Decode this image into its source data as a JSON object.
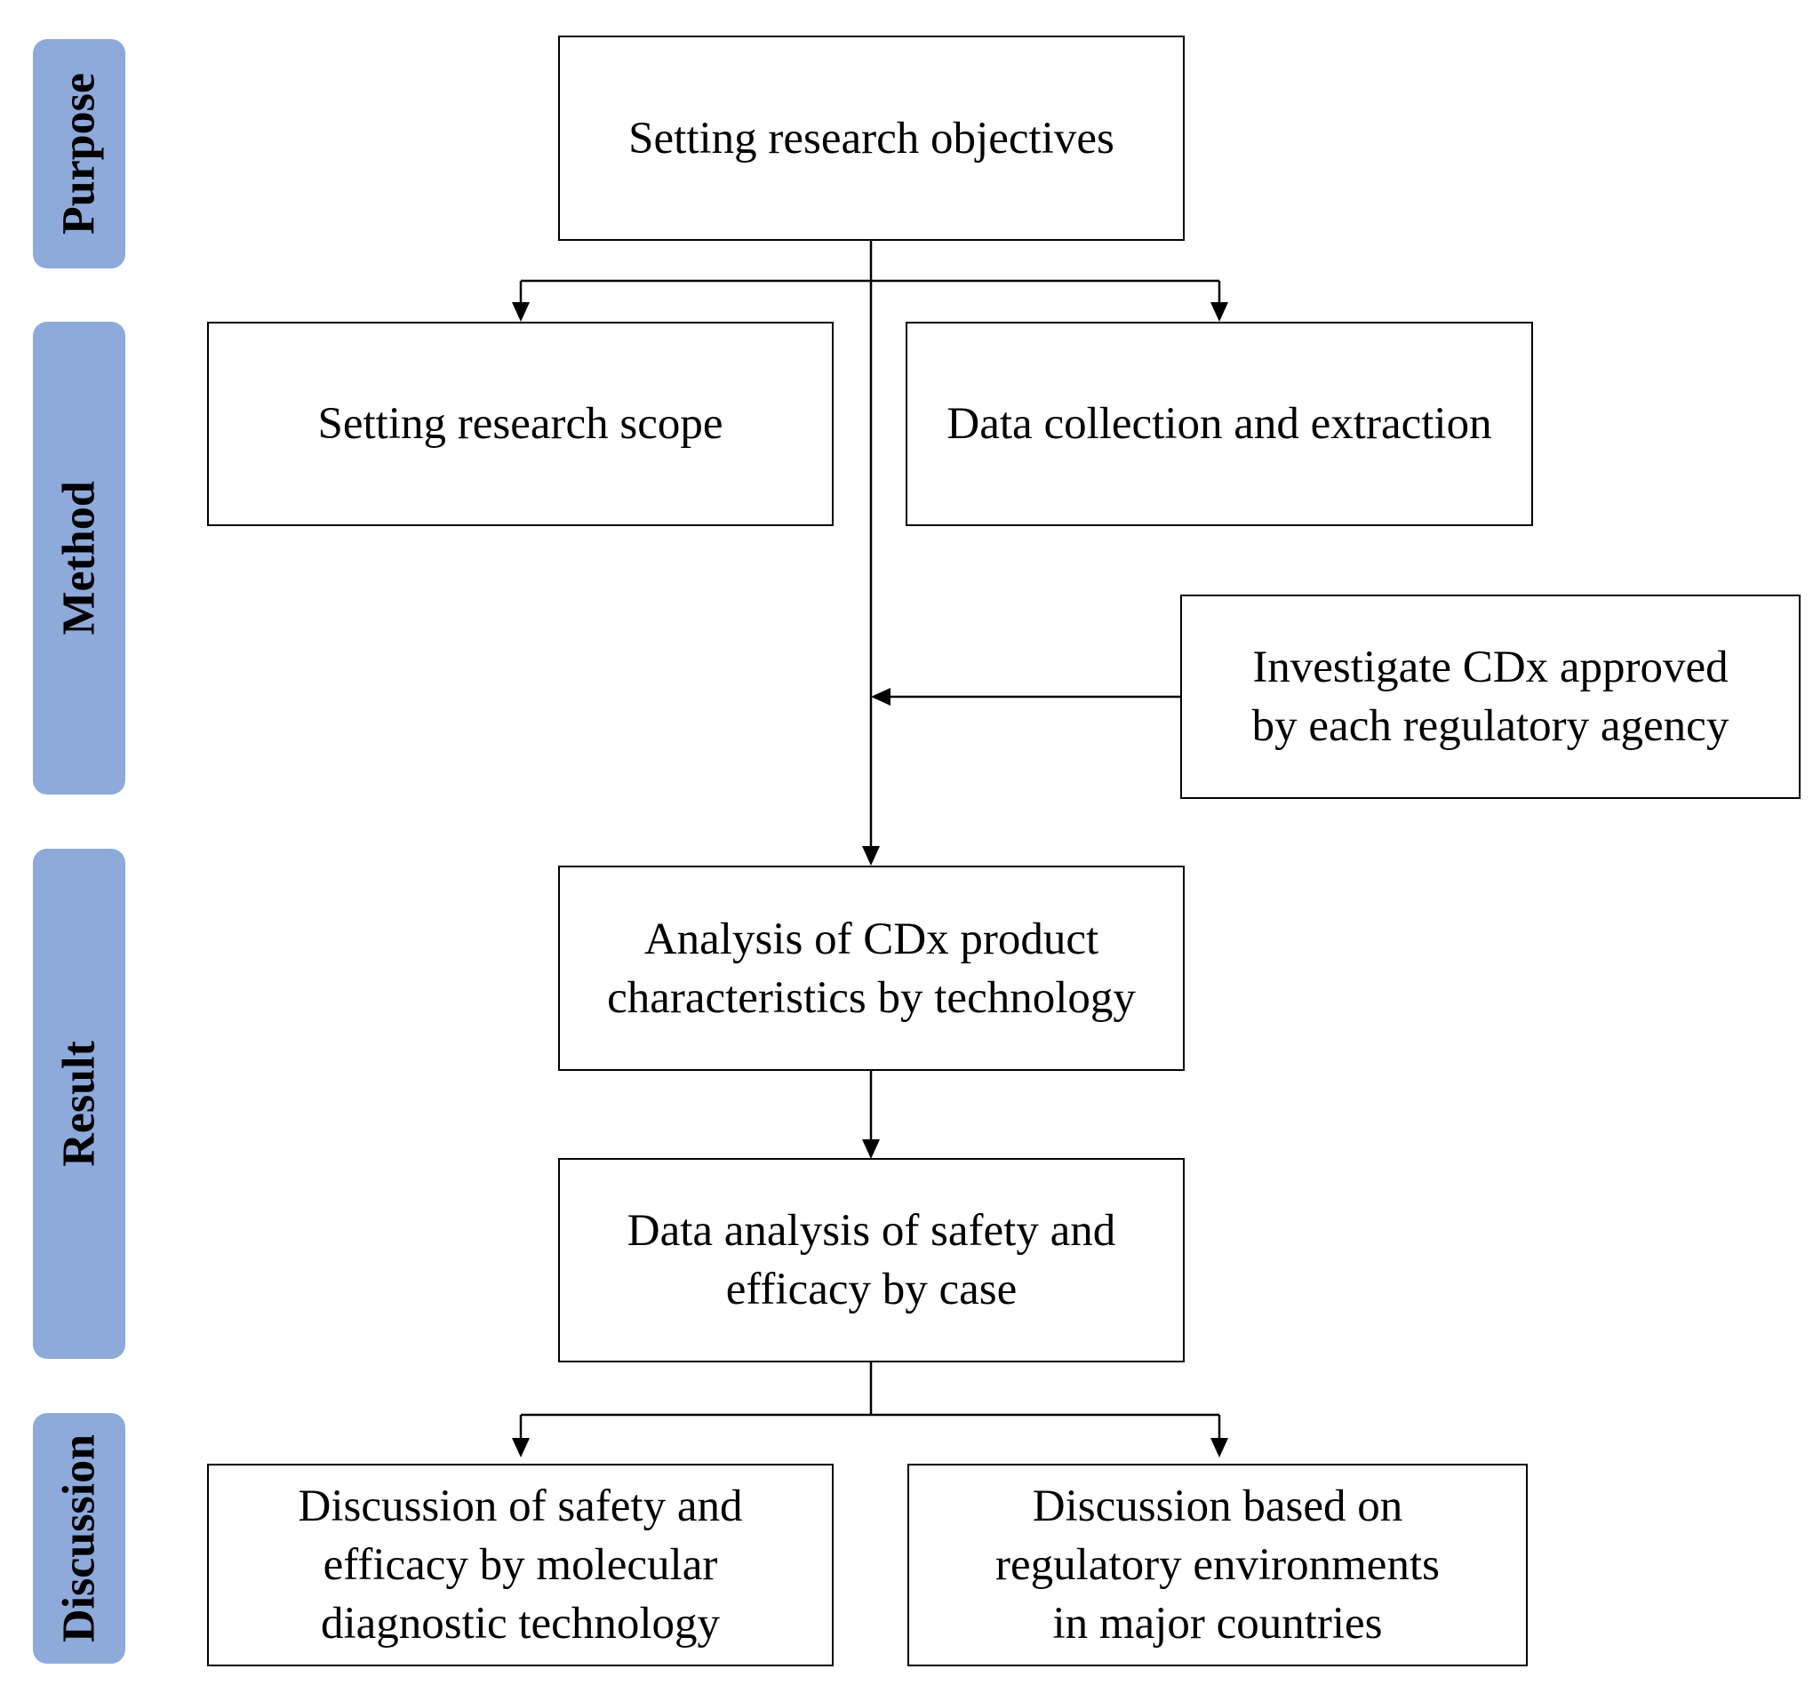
{
  "stages": {
    "purpose": "Purpose",
    "method": "Method",
    "result": "Result",
    "discussion": "Discussion"
  },
  "boxes": {
    "objectives": "Setting research objectives",
    "scope": "Setting research scope",
    "collection": "Data collection and extraction",
    "investigate": "Investigate CDx approved\nby each regulatory agency",
    "analysis_tech": "Analysis of CDx product\ncharacteristics by technology",
    "analysis_safety": "Data analysis of safety and\nefficacy by case",
    "discussion_molecular": "Discussion of safety and\nefficacy by molecular\ndiagnostic technology",
    "discussion_regulatory": "Discussion based on\nregulatory environments\nin major countries"
  },
  "colors": {
    "stage_fill": "#8eaadb",
    "line": "#000000"
  }
}
